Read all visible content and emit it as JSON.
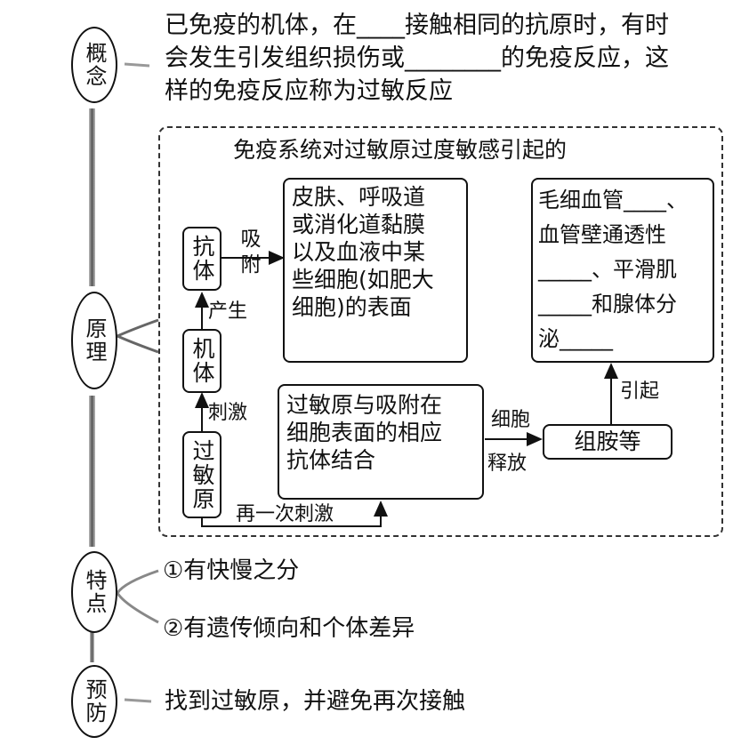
{
  "concept": {
    "label": "概念",
    "line1": "已免疫的机体，在____接触相同的抗原时，有时",
    "line2": "会发生引发组织损伤或________的免疫反应，这",
    "line3": "样的免疫反应称为过敏反应"
  },
  "principle": {
    "label": "原理",
    "box_title": "免疫系统对过敏原过度敏感引起的",
    "antibody": "抗体",
    "body": "机体",
    "allergen": "过敏原",
    "adsorb": "吸附",
    "produce": "产生",
    "stimulate": "刺激",
    "restimulate": "再一次刺激",
    "cells_box": [
      "皮肤、呼吸道",
      "或消化道黏膜",
      "以及血液中某",
      "些细胞(如肥大",
      "细胞)的表面"
    ],
    "combine_box": [
      "过敏原与吸附在",
      "细胞表面的相应",
      "抗体结合"
    ],
    "cell_release": [
      "细胞",
      "释放"
    ],
    "histamine": "组胺等",
    "cause": "引起",
    "effects_box": [
      "毛细血管____、",
      "血管壁通透性",
      "_____、平滑肌",
      "_____和腺体分",
      "泌_____"
    ]
  },
  "features": {
    "label": "特点",
    "item1": "①有快慢之分",
    "item2": "②有遗传倾向和个体差异"
  },
  "prevention": {
    "label": "预防",
    "text": "找到过敏原，并避免再次接触"
  }
}
